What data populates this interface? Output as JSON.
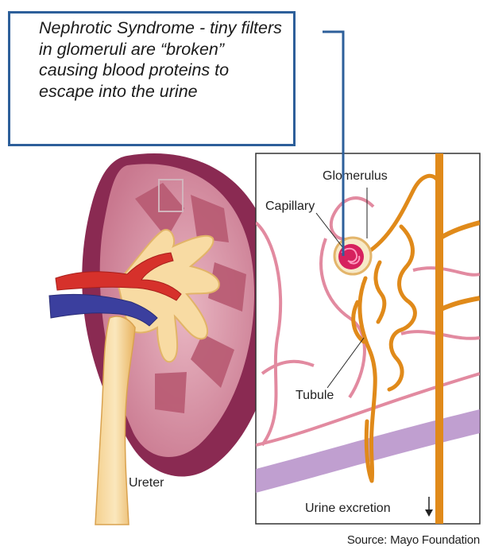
{
  "callout": {
    "text": "Nephrotic Syndrome - tiny filters in glomeruli are “broken” causing blood proteins to escape into the urine"
  },
  "labels": {
    "glomerulus": "Glomerulus",
    "capillary": "Capillary",
    "tubule": "Tubule",
    "ureter": "Ureter",
    "urine_excretion": "Urine excretion"
  },
  "source": "Source: Mayo Foundation",
  "colors": {
    "callout_border": "#2d5f9a",
    "kidney_capsule": "#8a2a52",
    "tubule": "#e08a1a",
    "artery": "#d6312b",
    "vein": "#3b3f9e"
  }
}
